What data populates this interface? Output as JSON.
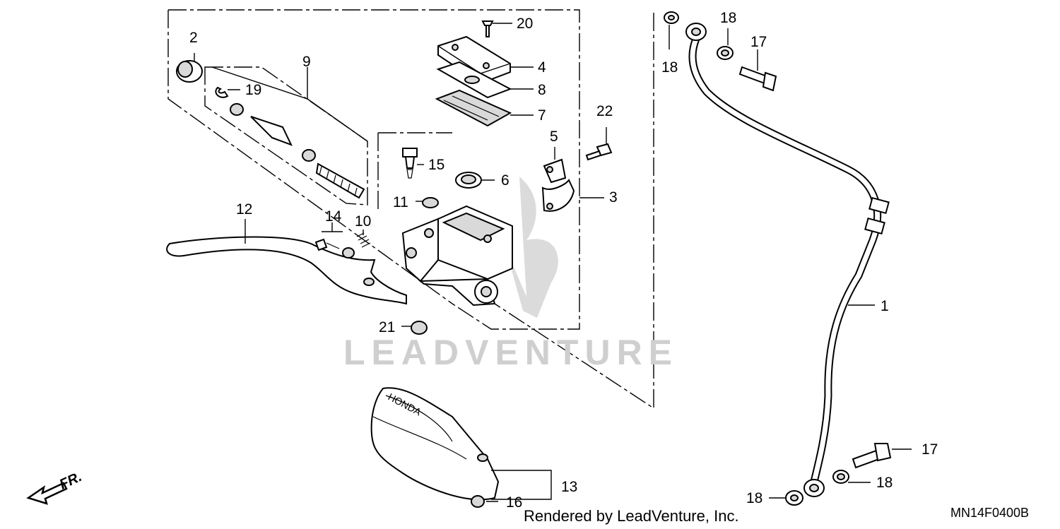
{
  "diagram": {
    "callouts": {
      "c1": "1",
      "c2": "2",
      "c3": "3",
      "c4": "4",
      "c5": "5",
      "c6": "6",
      "c7": "7",
      "c8": "8",
      "c9": "9",
      "c10": "10",
      "c11": "11",
      "c12": "12",
      "c13": "13",
      "c14": "14",
      "c15": "15",
      "c16": "16",
      "c17a": "17",
      "c17b": "17",
      "c18a": "18",
      "c18b": "18",
      "c18c": "18",
      "c18d": "18",
      "c19": "19",
      "c20": "20",
      "c21": "21",
      "c22": "22"
    },
    "cover_brand": "HONDA",
    "direction_label": "FR.",
    "watermark": "LEADVENTURE",
    "render_note": "Rendered by LeadVenture, Inc.",
    "diagram_code": "MN14F0400B"
  }
}
